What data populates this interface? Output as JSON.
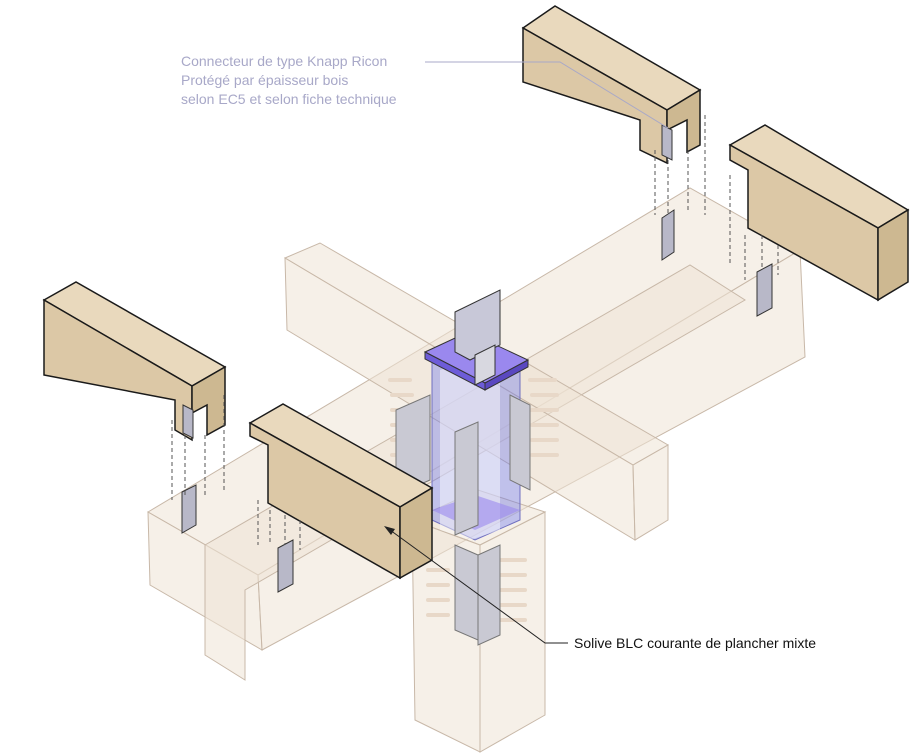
{
  "labels": {
    "connector": [
      "Connecteur de type Knapp Ricon",
      "Protégé par épaisseur bois",
      "selon EC5 et selon fiche technique"
    ],
    "joist": "Solive BLC courante de plancher mixte"
  },
  "colors": {
    "timber": "#e9d9bd",
    "ghost_timber": "#efe4d6",
    "steel_plate": "#9a88ee",
    "steel_column": "#5b6af0",
    "connector_label": "#a8a8c8"
  }
}
